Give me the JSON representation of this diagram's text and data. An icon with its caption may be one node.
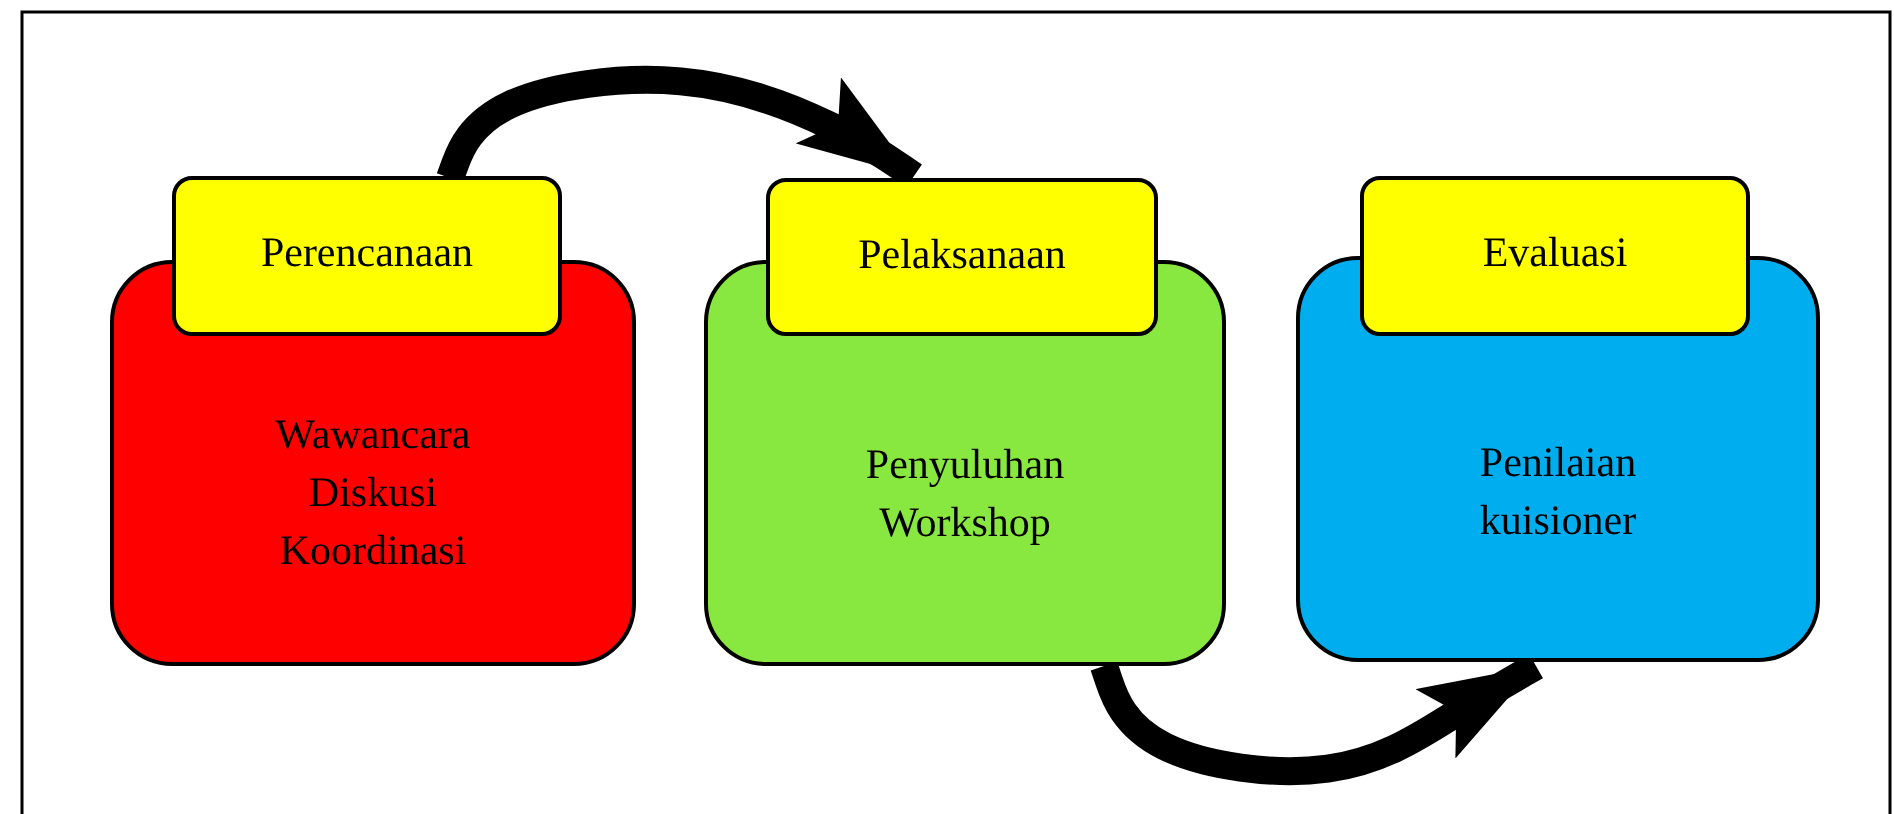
{
  "diagram": {
    "nodes": [
      {
        "text": [
          "Perencanaan",
          "Wawancara Diskusi Koordinasi"
        ]
      },
      {
        "text": [
          "Pelaksanaan",
          "Penyuluhan Workshop"
        ]
      },
      {
        "text": [
          "Evaluasi",
          "Penilaian kuisioner"
        ]
      }
    ],
    "edges": [
      {
        "from": 0,
        "to": 1,
        "arrow": "to"
      },
      {
        "from": 1,
        "to": 2,
        "arrow": "to"
      }
    ]
  }
}
